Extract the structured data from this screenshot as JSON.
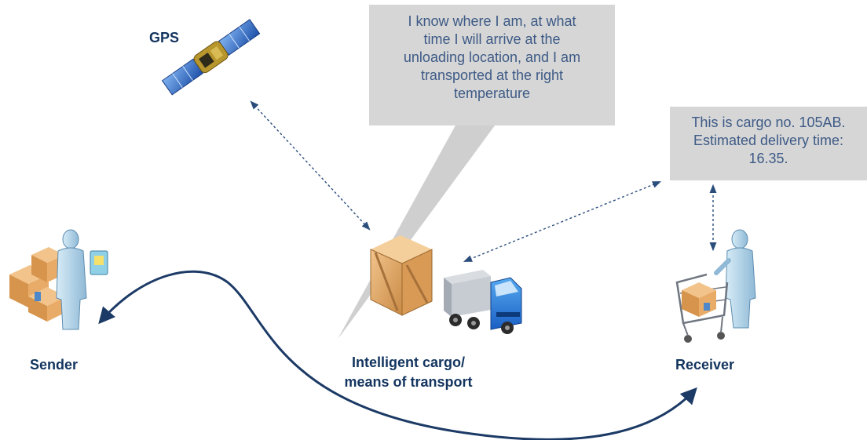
{
  "labels": {
    "gps": "GPS",
    "sender": "Sender",
    "cargo_line1": "Intelligent cargo/",
    "cargo_line2": "means of transport",
    "receiver": "Receiver"
  },
  "cargo_callout": {
    "lines": [
      "I know where I am, at what",
      "time I will arrive at the",
      "unloading location, and I am",
      "transported at the right",
      "temperature"
    ]
  },
  "receiver_callout": {
    "lines": [
      "This is cargo no. 105AB.",
      "Estimated delivery time:",
      "16.35."
    ]
  },
  "icons": [
    "satellite-icon",
    "sender-person-icon",
    "cargo-box-icon",
    "truck-icon",
    "receiver-person-icon",
    "shopping-cart-icon"
  ],
  "colors": {
    "label": "#12345f",
    "callout_fill": "#d6d6d6",
    "callout_text": "#3d5a86",
    "arrow": "#1c3a66",
    "dotted_link": "#2b4d7c"
  }
}
